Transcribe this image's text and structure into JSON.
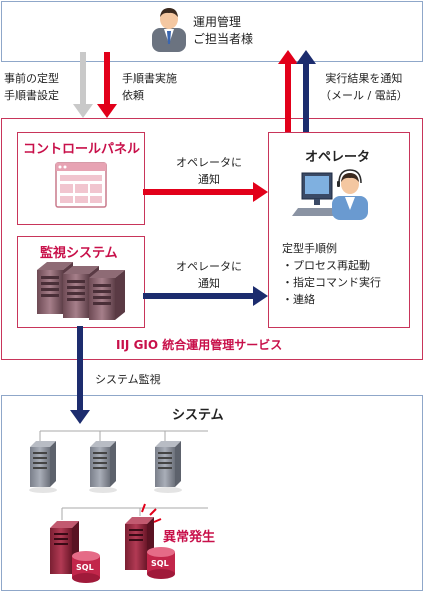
{
  "manager": {
    "line1": "運用管理",
    "line2": "ご担当者様"
  },
  "labels": {
    "predefined_1": "事前の定型",
    "predefined_2": "手順書設定",
    "request_1": "手順書実施",
    "request_2": "依頼",
    "notify_1": "実行結果を通知",
    "notify_2": "（メール / 電話）"
  },
  "control_panel": {
    "title": "コントロールパネル"
  },
  "monitor": {
    "title": "監視システム"
  },
  "arrows": {
    "to_operator_1_a": "オペレータに",
    "to_operator_1_b": "通知",
    "to_operator_2_a": "オペレータに",
    "to_operator_2_b": "通知"
  },
  "operator": {
    "title": "オペレータ",
    "list_title": "定型手順例",
    "items": [
      "・プロセス再起動",
      "・指定コマンド実行",
      "・連絡"
    ]
  },
  "service": {
    "name": "IIJ GIO 統合運用管理サービス"
  },
  "system_monitor_label": "システム監視",
  "system": {
    "title": "システム",
    "anomaly": "異常発生",
    "db_label": "SQL"
  },
  "colors": {
    "red": "#e2001a",
    "navy": "#1c2c6e",
    "gray": "#c9c9c9",
    "accent": "#c8104a"
  }
}
